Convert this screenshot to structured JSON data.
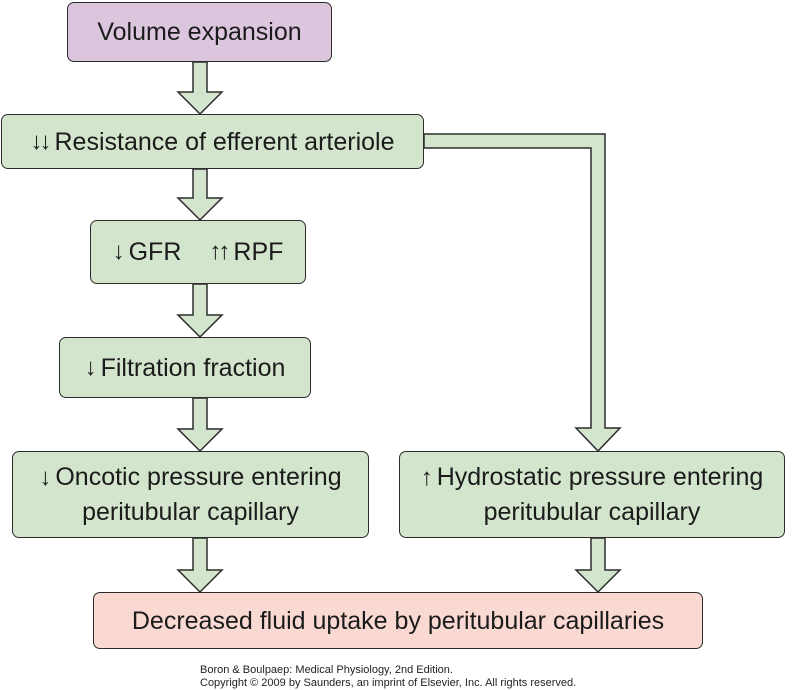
{
  "nodes": {
    "volume_expansion": "Volume expansion",
    "resistance": {
      "arrows": "↓↓",
      "text": "Resistance of efferent arteriole"
    },
    "gfr_rpf": {
      "gfr_arrow": "↓",
      "gfr": "GFR",
      "rpf_arrows": "↑↑",
      "rpf": "RPF"
    },
    "filtration": {
      "arrow": "↓",
      "text": "Filtration fraction"
    },
    "oncotic": {
      "arrow": "↓",
      "line1": "Oncotic pressure entering",
      "line2": "peritubular capillary"
    },
    "hydrostatic": {
      "arrow": "↑",
      "line1": "Hydrostatic pressure entering",
      "line2": "peritubular capillary"
    },
    "decreased_uptake": "Decreased fluid uptake by peritubular capillaries"
  },
  "credits": {
    "line1": "Boron & Boulpaep: Medical Physiology, 2nd Edition.",
    "line2": "Copyright © 2009 by Saunders, an imprint of Elsevier, Inc. All rights reserved."
  },
  "colors": {
    "start_box": "#dbc6de",
    "process_box": "#d4e5cd",
    "result_box": "#fad9d2",
    "arrow_fill": "#d4e5cd",
    "arrow_stroke": "#2c2c2c"
  }
}
